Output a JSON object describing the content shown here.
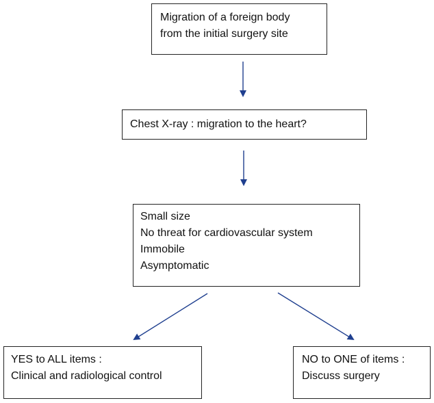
{
  "colors": {
    "arrow": "#1f3f8f",
    "box_border": "#222222",
    "text": "#111111"
  },
  "nodes": {
    "migration": {
      "lines": [
        "Migration of a foreign body",
        "from the initial surgery site"
      ]
    },
    "xray": {
      "lines": [
        "Chest X-ray : migration to the heart?"
      ]
    },
    "criteria": {
      "lines": [
        "Small size",
        "No threat for cardiovascular system",
        "Immobile",
        "Asymptomatic"
      ]
    },
    "yes": {
      "lines": [
        "YES to ALL items :",
        "Clinical and radiological control"
      ]
    },
    "no": {
      "lines": [
        "NO to ONE of items :",
        "Discuss surgery"
      ]
    }
  },
  "edges": [
    {
      "from": "migration",
      "to": "xray"
    },
    {
      "from": "xray",
      "to": "criteria"
    },
    {
      "from": "criteria",
      "to": "yes"
    },
    {
      "from": "criteria",
      "to": "no"
    }
  ]
}
